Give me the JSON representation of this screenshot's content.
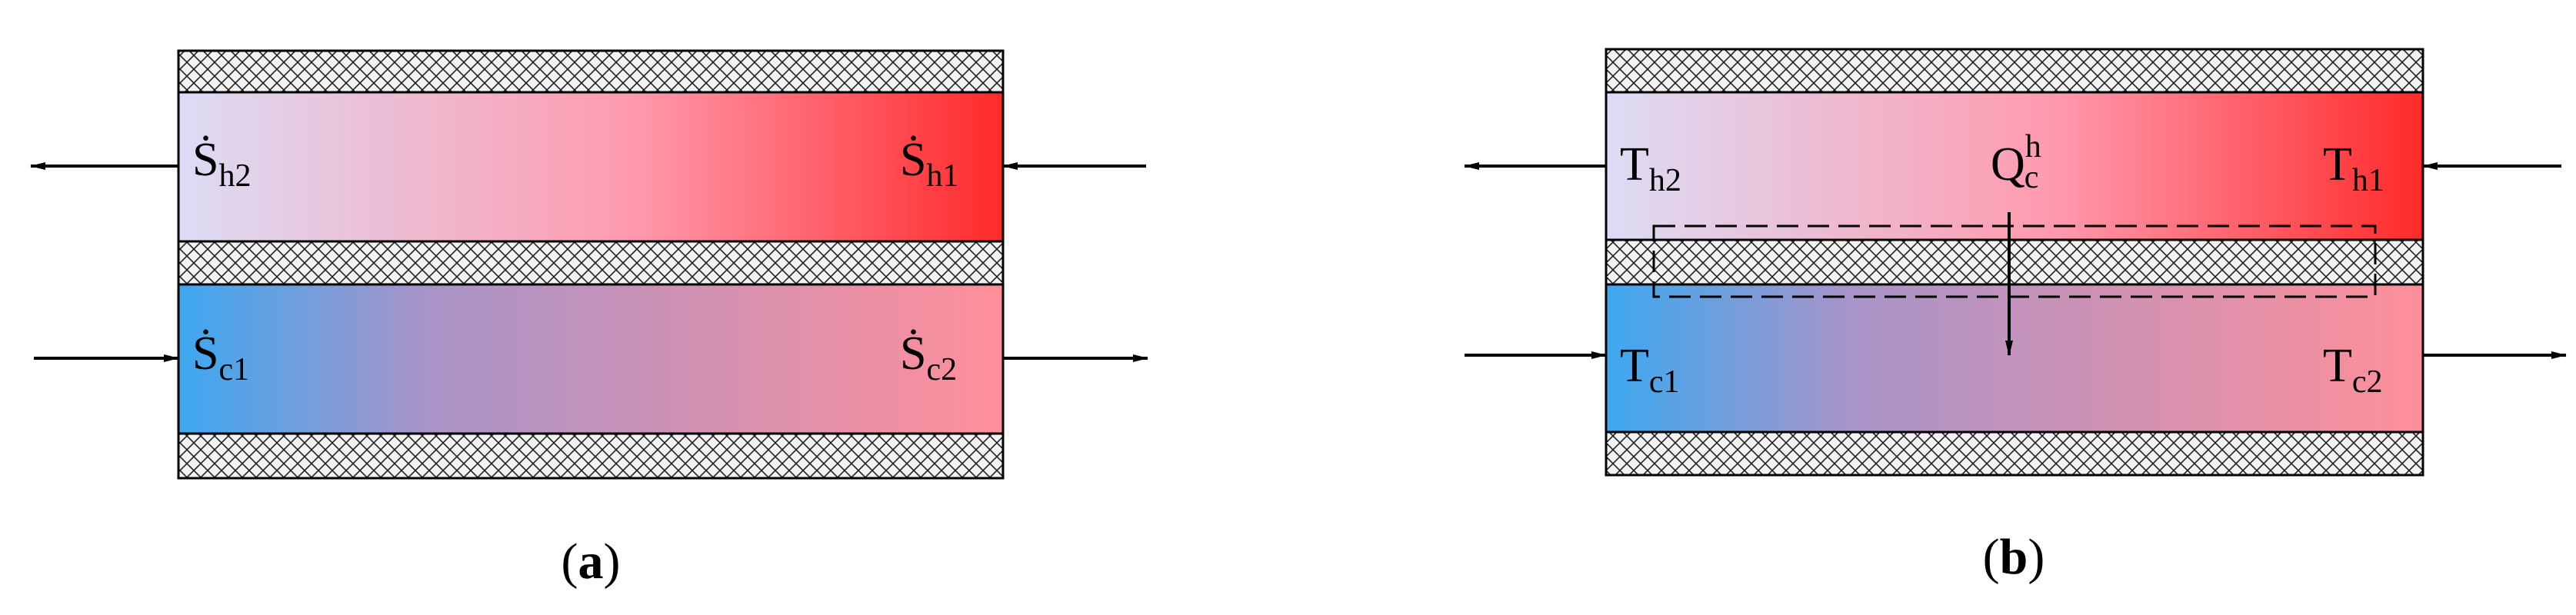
{
  "colors": {
    "hot": "#ff2a2a",
    "hot_mid": "#ff9aae",
    "hot_light": "#dcdcf5",
    "cold": "#3ca8f0",
    "cold_mid": "#a894c8",
    "cold_end": "#ff8f9a",
    "insulation_fill": "#f2f2f2",
    "line": "#000000"
  },
  "panel_a": {
    "caption_open": "(",
    "caption_letter": "a",
    "caption_close": ")",
    "hot_outlet": {
      "symbol": "Ṡ",
      "sub": "h2"
    },
    "hot_inlet": {
      "symbol": "Ṡ",
      "sub": "h1"
    },
    "cold_inlet": {
      "symbol": "Ṡ",
      "sub": "c1"
    },
    "cold_outlet": {
      "symbol": "Ṡ",
      "sub": "c2"
    }
  },
  "panel_b": {
    "caption_open": "(",
    "caption_letter": "b",
    "caption_close": ")",
    "hot_outlet": {
      "symbol": "T",
      "sub": "h2"
    },
    "hot_inlet": {
      "symbol": "T",
      "sub": "h1"
    },
    "cold_inlet": {
      "symbol": "T",
      "sub": "c1"
    },
    "cold_outlet": {
      "symbol": "T",
      "sub": "c2"
    },
    "heat_flow": {
      "symbol": "Q",
      "sub": "c",
      "sup": "h"
    }
  }
}
